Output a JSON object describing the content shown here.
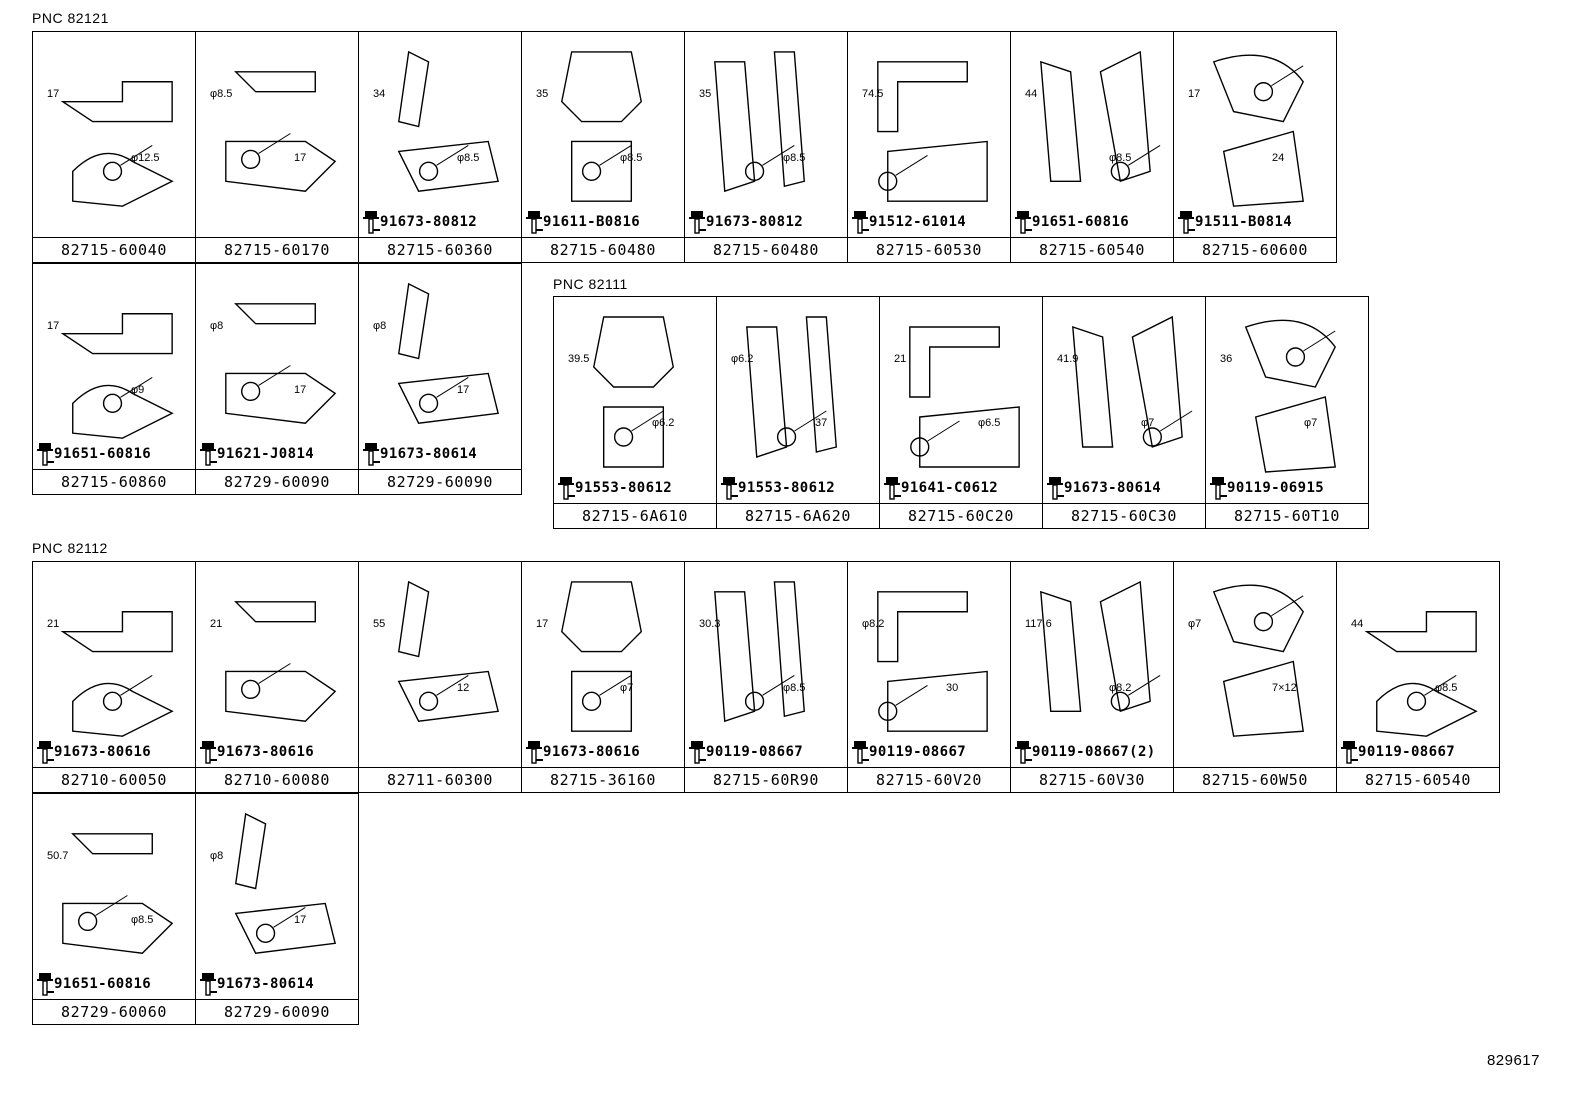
{
  "sections": [
    {
      "pnc": "PNC 82121",
      "parts": [
        {
          "part": "82715-60040",
          "bolt": "",
          "dims": [
            "17",
            "φ12.5"
          ]
        },
        {
          "part": "82715-60170",
          "bolt": "",
          "dims": [
            "φ8.5",
            "17"
          ]
        },
        {
          "part": "82715-60360",
          "bolt": "91673-80812",
          "dims": [
            "34",
            "φ8.5"
          ]
        },
        {
          "part": "82715-60480",
          "bolt": "91611-B0816",
          "dims": [
            "35",
            "φ8.5"
          ]
        },
        {
          "part": "82715-60480",
          "bolt": "91673-80812",
          "dims": [
            "35",
            "φ8.5"
          ]
        },
        {
          "part": "82715-60530",
          "bolt": "91512-61014",
          "dims": [
            "74.5"
          ]
        },
        {
          "part": "82715-60540",
          "bolt": "91651-60816",
          "dims": [
            "44",
            "φ8.5"
          ]
        },
        {
          "part": "82715-60600",
          "bolt": "91511-B0814",
          "dims": [
            "17",
            "24"
          ]
        },
        {
          "part": "82715-60860",
          "bolt": "91651-60816",
          "dims": [
            "17",
            "φ9"
          ]
        },
        {
          "part": "82729-60090",
          "bolt": "91621-J0814",
          "dims": [
            "φ8",
            "17"
          ]
        },
        {
          "part": "82729-60090",
          "bolt": "91673-80614",
          "dims": [
            "φ8",
            "17"
          ]
        }
      ]
    },
    {
      "pnc": "PNC 82111",
      "parts": [
        {
          "part": "82715-6A610",
          "bolt": "91553-80612",
          "dims": [
            "39.5",
            "φ6.2"
          ]
        },
        {
          "part": "82715-6A620",
          "bolt": "91553-80612",
          "dims": [
            "φ6.2",
            "37"
          ]
        },
        {
          "part": "82715-60C20",
          "bolt": "91641-C0612",
          "dims": [
            "21",
            "φ6.5"
          ]
        },
        {
          "part": "82715-60C30",
          "bolt": "91673-80614",
          "dims": [
            "41.9",
            "φ7"
          ]
        },
        {
          "part": "82715-60T10",
          "bolt": "90119-06915",
          "dims": [
            "36",
            "φ7"
          ]
        }
      ]
    },
    {
      "pnc": "PNC 82112",
      "parts": [
        {
          "part": "82710-60050",
          "bolt": "91673-80616",
          "dims": [
            "21"
          ]
        },
        {
          "part": "82710-60080",
          "bolt": "91673-80616",
          "dims": [
            "21"
          ]
        },
        {
          "part": "82711-60300",
          "bolt": "",
          "dims": [
            "55",
            "12"
          ]
        },
        {
          "part": "82715-36160",
          "bolt": "91673-80616",
          "dims": [
            "17",
            "φ7"
          ]
        },
        {
          "part": "82715-60R90",
          "bolt": "90119-08667",
          "dims": [
            "30.3",
            "φ8.5"
          ]
        },
        {
          "part": "82715-60V20",
          "bolt": "90119-08667",
          "dims": [
            "φ8.2",
            "30"
          ]
        },
        {
          "part": "82715-60V30",
          "bolt": "90119-08667(2)",
          "dims": [
            "117.6",
            "φ8.2"
          ]
        },
        {
          "part": "82715-60W50",
          "bolt": "",
          "dims": [
            "φ7",
            "7×12"
          ]
        },
        {
          "part": "82715-60540",
          "bolt": "90119-08667",
          "dims": [
            "44",
            "φ8.5"
          ]
        },
        {
          "part": "82729-60060",
          "bolt": "91651-60816",
          "dims": [
            "50.7",
            "φ8.5"
          ]
        },
        {
          "part": "82729-60090",
          "bolt": "91673-80614",
          "dims": [
            "φ8",
            "17"
          ]
        }
      ]
    }
  ],
  "footer_code": "829617"
}
